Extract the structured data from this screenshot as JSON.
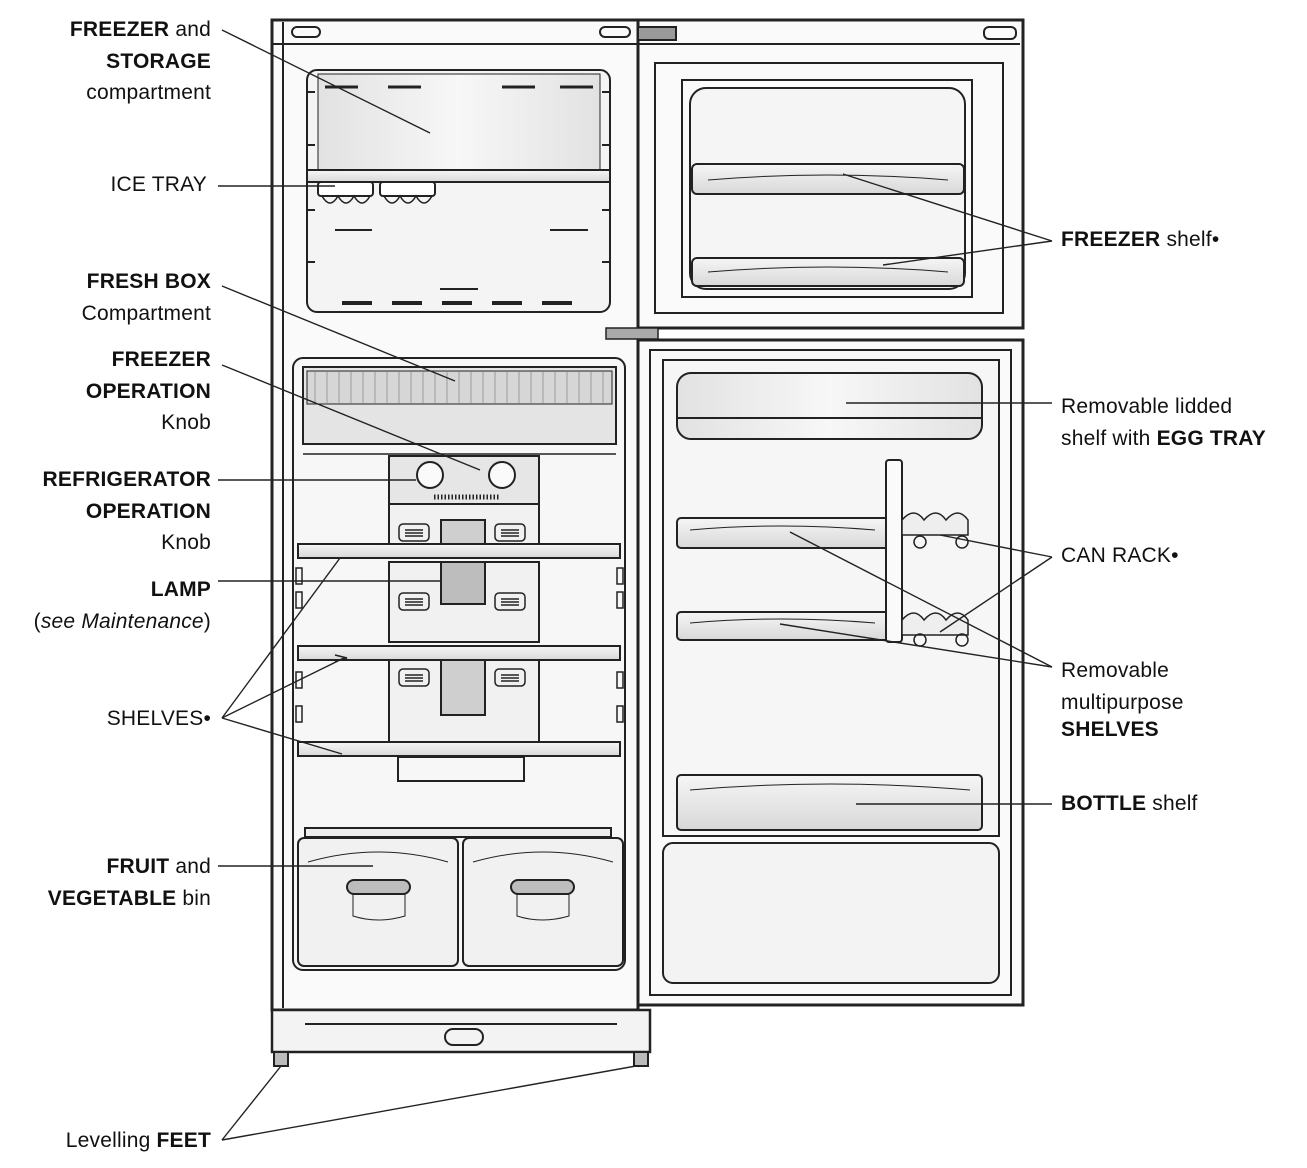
{
  "labels": {
    "freezer_storage": {
      "l1a": "FREEZER",
      "l1b": " and",
      "l2": "STORAGE",
      "l3": "compartment"
    },
    "ice_tray": {
      "l1": "ICE TRAY"
    },
    "fresh_box": {
      "l1": "FRESH BOX",
      "l2": "Compartment"
    },
    "freezer_operation": {
      "l1": "FREEZER",
      "l2": "OPERATION",
      "l3": "Knob"
    },
    "refrigerator_operation": {
      "l1": "REFRIGERATOR",
      "l2": "OPERATION",
      "l3": "Knob"
    },
    "lamp": {
      "l1": "LAMP",
      "l2a": "(",
      "l2b": "see Maintenance",
      "l2c": ")"
    },
    "shelves": {
      "l1": "SHELVES•"
    },
    "fruit_veg": {
      "l1a": "FRUIT",
      "l1b": " and",
      "l2a": "VEGETABLE",
      "l2b": " bin"
    },
    "feet": {
      "l1a": "Levelling ",
      "l1b": "FEET"
    },
    "freezer_shelf": {
      "l1a": "FREEZER",
      "l1b": " shelf•"
    },
    "egg_tray": {
      "l1": "Removable lidded",
      "l2a": "shelf with ",
      "l2b": "EGG TRAY"
    },
    "can_rack": {
      "l1": "CAN RACK•"
    },
    "multipurpose": {
      "l1": "Removable",
      "l2": "multipurpose",
      "l3": "SHELVES"
    },
    "bottle_shelf": {
      "l1a": "BOTTLE",
      "l1b": " shelf"
    }
  },
  "colors": {
    "line": "#222222",
    "fill_light": "#e9e9e9",
    "fill_mid": "#cfcfcf",
    "fill_dark": "#9a9a9a"
  }
}
